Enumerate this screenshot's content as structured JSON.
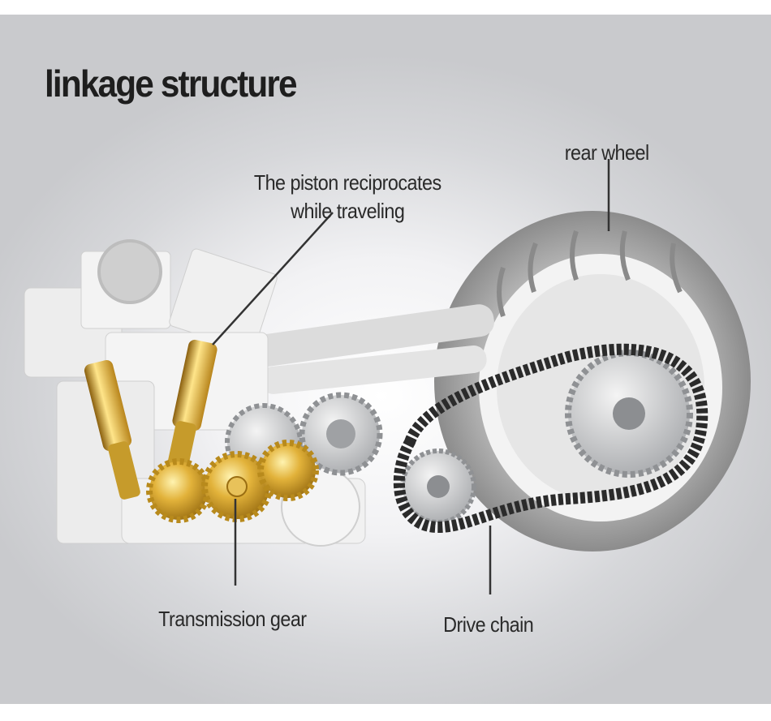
{
  "title": "linkage structure",
  "labels": {
    "rear_wheel": "rear wheel",
    "piston_line1": "The piston reciprocates",
    "piston_line2": "while traveling",
    "transmission_gear": "Transmission gear",
    "drive_chain": "Drive chain"
  },
  "colors": {
    "background": "#d6d7da",
    "gold": "#d9a92a",
    "chain": "#2a2a2a",
    "tire": "#9e9e9e",
    "engine": "#e8e8e8"
  }
}
